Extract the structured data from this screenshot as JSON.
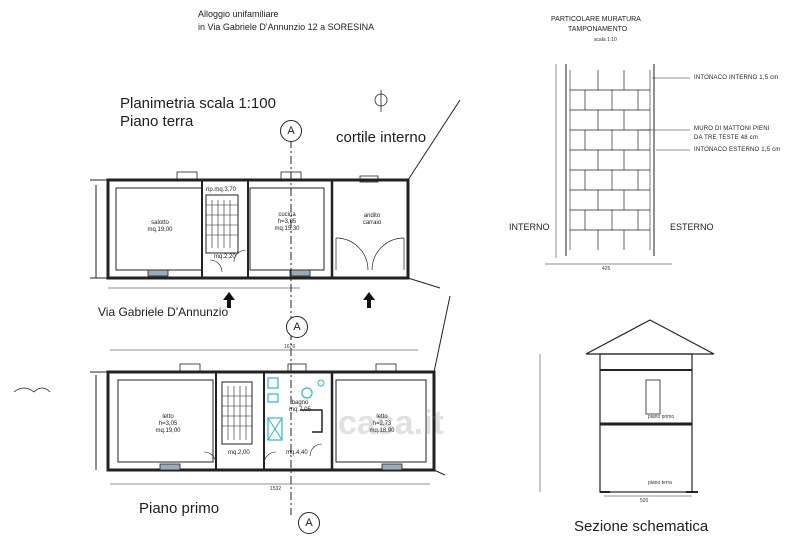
{
  "header": {
    "title_line1": "Alloggio unifamiliare",
    "title_line2": "in Via Gabriele D'Annunzio 12 a SORESINA"
  },
  "ground_floor": {
    "scale_label": "Planimetria scala 1:100",
    "floor_label": "Piano terra",
    "courtyard_label": "cortile interno",
    "street_label": "Via Gabriele D'Annunzio",
    "rooms": [
      {
        "id": "salotto",
        "name": "salotto",
        "area": "mq.19,00"
      },
      {
        "id": "ripostiglio",
        "name": "rip.mq.3,70",
        "area": ""
      },
      {
        "id": "cucina",
        "name": "cucina",
        "height": "h=3,05",
        "area": "mq.15,30"
      },
      {
        "id": "andito",
        "name": "andito",
        "area": "carraio"
      },
      {
        "id": "scala",
        "name": "mq.2,20",
        "area": ""
      }
    ]
  },
  "first_floor": {
    "floor_label": "Piano primo",
    "rooms": [
      {
        "id": "letto1",
        "name": "letto",
        "height": "h=3,05",
        "area": "mq.19,00"
      },
      {
        "id": "bagno",
        "name": "bagno",
        "area": "mq.7,05"
      },
      {
        "id": "letto2",
        "name": "letto",
        "height": "h=2,73",
        "area": "mq.18,90"
      },
      {
        "id": "disimpegno1",
        "name": "mq.2,00",
        "area": ""
      },
      {
        "id": "disimpegno2",
        "name": "mq.4,40",
        "area": ""
      }
    ],
    "overall_dims": [
      "1676",
      "1532"
    ]
  },
  "section_marker": "A",
  "wall_detail": {
    "title_line1": "PARTICOLARE MURATURA",
    "title_line2": "TAMPONAMENTO",
    "scale": "scala 1:10",
    "layers": [
      "INTONACO INTERNO 1,5 cm",
      "MURO DI MATTONI PIENI",
      "DA TRE TESTE 48 cm",
      "INTONACO ESTERNO 1,5 cm"
    ],
    "side_interior": "INTERNO",
    "side_exterior": "ESTERNO",
    "width_dim": "425"
  },
  "section": {
    "title": "Sezione schematica",
    "labels": [
      "piano primo",
      "piano terra"
    ],
    "width_dim": "520"
  },
  "watermark": "casa.it"
}
